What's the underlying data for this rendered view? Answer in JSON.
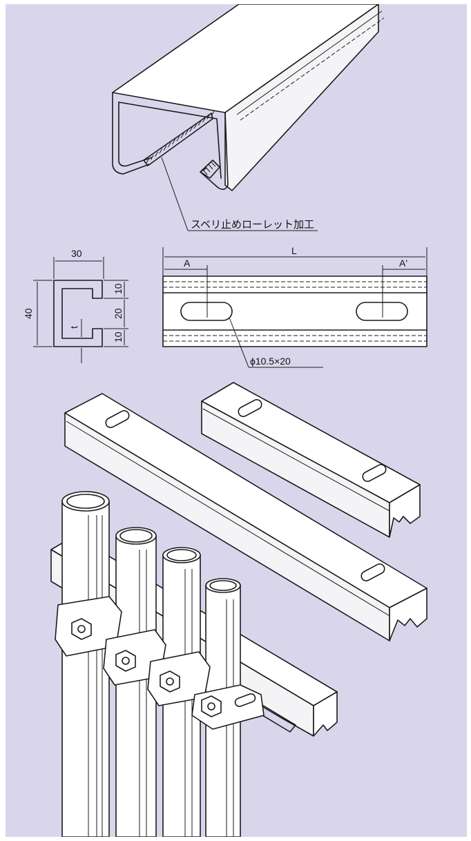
{
  "colors": {
    "panel": "#d9d6ec",
    "ink": "#1a1a1a"
  },
  "callouts": {
    "knurl": "スベリ止めローレット加工",
    "slot": "ϕ10.5×20"
  },
  "section": {
    "width": "30",
    "height": "40",
    "top_lip": "10",
    "opening": "20",
    "bottom_lip": "10",
    "thickness": "t"
  },
  "plan": {
    "length": "L",
    "left_offset": "A",
    "right_offset": "A'"
  }
}
